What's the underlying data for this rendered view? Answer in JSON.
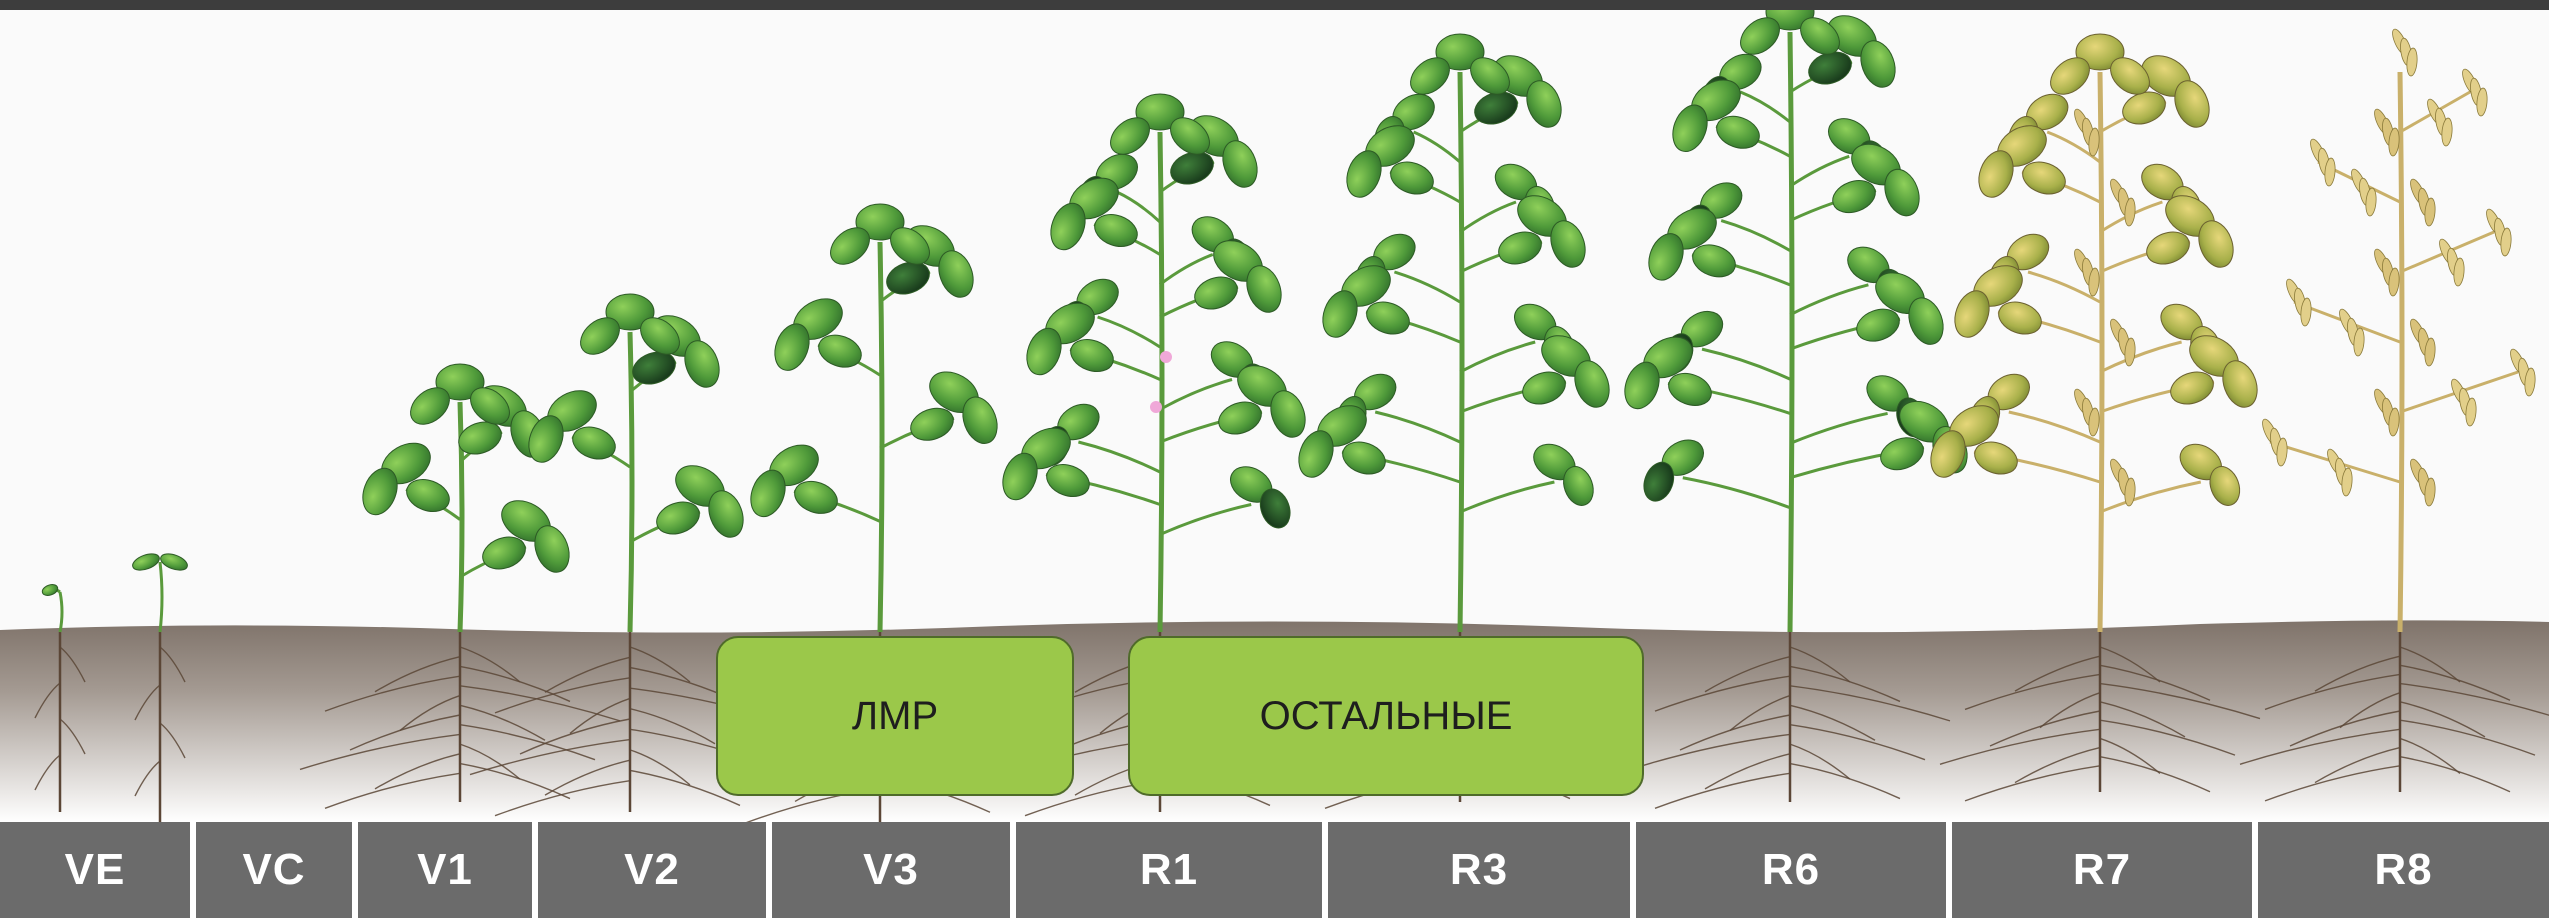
{
  "colors": {
    "background": "#3a3a3a",
    "sky": "#fafafa",
    "soil": "#8a7e74",
    "stage_bar": "#6b6b6b",
    "stage_text": "#ffffff",
    "group_fill": "#9bc84a",
    "group_border": "#4f6b2a",
    "leaf_green": "#4f9a3a",
    "leaf_dark": "#1f4d22",
    "stem_green": "#5a9a3c",
    "senescent": "#c9b06a",
    "root": "#5b4636"
  },
  "stages": [
    {
      "label": "VE",
      "plant_type": "emergence"
    },
    {
      "label": "VC",
      "plant_type": "cotyledon"
    },
    {
      "label": "V1",
      "plant_type": "vegetative"
    },
    {
      "label": "V2",
      "plant_type": "vegetative"
    },
    {
      "label": "V3",
      "plant_type": "vegetative"
    },
    {
      "label": "R1",
      "plant_type": "flowering"
    },
    {
      "label": "R3",
      "plant_type": "reproductive"
    },
    {
      "label": "R6",
      "plant_type": "reproductive"
    },
    {
      "label": "R7",
      "plant_type": "senescent"
    },
    {
      "label": "R8",
      "plant_type": "mature"
    }
  ],
  "groups": [
    {
      "label": "ЛМР"
    },
    {
      "label": "ОСТАЛЬНЫЕ"
    }
  ]
}
